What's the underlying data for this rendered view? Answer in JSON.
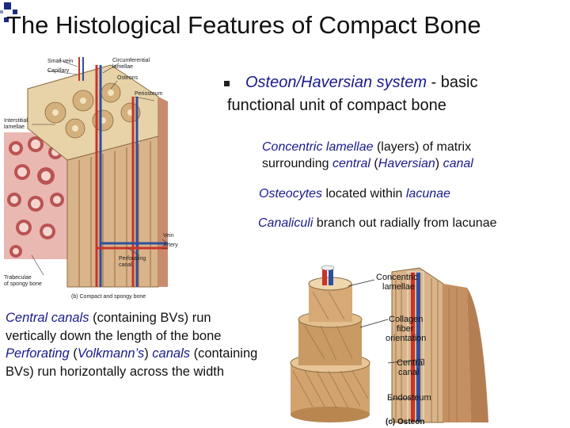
{
  "slide": {
    "title": "The Histological Features of Compact Bone",
    "bullet_main": {
      "term": "Osteon/Haversian system",
      "rest_line1": " - basic",
      "line2": "functional unit of compact bone"
    },
    "sub1": {
      "term": "Concentric lamellae",
      "mid": " (layers) of matrix",
      "line2_pre": "surrounding ",
      "term2": "central",
      "paren_open": " (",
      "term3": "Haversian",
      "paren_close": ") ",
      "term4": "canal"
    },
    "sub2": {
      "term": "Osteocytes",
      "mid": " located within ",
      "term2": "lacunae"
    },
    "sub3": {
      "term": "Canaliculi",
      "rest": " branch out radially from lacunae"
    },
    "left_text": {
      "p1_term": "Central canals",
      "p1_rest": " (containing BVs) run vertically down the length of the bone",
      "p2_term1": "Perforating",
      "p2_paren_open": " (",
      "p2_term2": "Volkmann’s",
      "p2_paren_close": ") ",
      "p2_term3": "canals",
      "p2_rest": " (containing BVs) run horizontally across the width"
    }
  },
  "figure_left": {
    "labels": {
      "small_vein": "Small vein",
      "capillary": "Capillary",
      "circumferential": "Circumferential",
      "lamellae": "lamellae",
      "osteons": "Osteons",
      "periosteum": "Periosteum",
      "interstitial": "Interstitial",
      "lamellae2": "lamellae",
      "vein": "Vein",
      "artery": "Artery",
      "perforating": "Perforating",
      "canal": "canal",
      "trabeculae": "Trabeculae",
      "of_spongy": "of spongy bone",
      "caption": "(b) Compact and spongy bone"
    }
  },
  "figure_right": {
    "labels": {
      "concentric": "Concentric",
      "lamellae": "lamellae",
      "collagen": "Collagen",
      "fiber": "fiber",
      "orientation": "orientation",
      "central": "Central",
      "canal": "canal",
      "endosteum": "Endosteum",
      "caption": "(c) Osteon"
    }
  },
  "colors": {
    "accent_squares": "#1a2a80",
    "term_blue": "#1a1a8c",
    "bone": "#d9b48a",
    "bone_dark": "#a77848",
    "artery": "#c8342c",
    "vein": "#2e4f9e"
  }
}
